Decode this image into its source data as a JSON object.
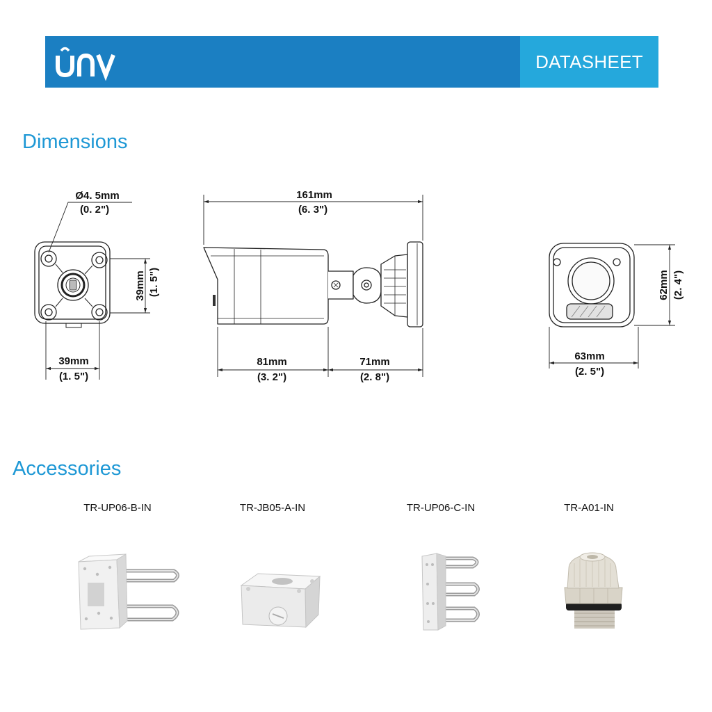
{
  "header": {
    "logo_text": "UNV",
    "badge_label": "DATASHEET"
  },
  "colors": {
    "banner": "#1b7fc2",
    "badge": "#25a8dc",
    "heading": "#1e98d5",
    "ink": "#111111"
  },
  "dimensions": {
    "title": "Dimensions",
    "back_view": {
      "hole_label": "Ø4. 5mm",
      "hole_label_in": "(0. 2\")",
      "vertical_label": "39mm",
      "vertical_label_in": "(1. 5\")",
      "horizontal_label": "39mm",
      "horizontal_label_in": "(1. 5\")"
    },
    "side_view": {
      "overall_label": "161mm",
      "overall_label_in": "(6. 3\")",
      "body_label": "81mm",
      "body_label_in": "(3. 2\")",
      "bracket_label": "71mm",
      "bracket_label_in": "(2. 8\")"
    },
    "front_view": {
      "vertical_label": "62mm",
      "vertical_label_in": "(2. 4\")",
      "horizontal_label": "63mm",
      "horizontal_label_in": "(2. 5\")"
    }
  },
  "accessories": {
    "title": "Accessories",
    "items": [
      {
        "label": "TR-UP06-B-IN",
        "icon": "pole-mount-bracket-icon"
      },
      {
        "label": "TR-JB05-A-IN",
        "icon": "junction-box-icon"
      },
      {
        "label": "TR-UP06-C-IN",
        "icon": "pole-mount-plate-icon"
      },
      {
        "label": "TR-A01-IN",
        "icon": "cable-gland-icon"
      }
    ]
  }
}
